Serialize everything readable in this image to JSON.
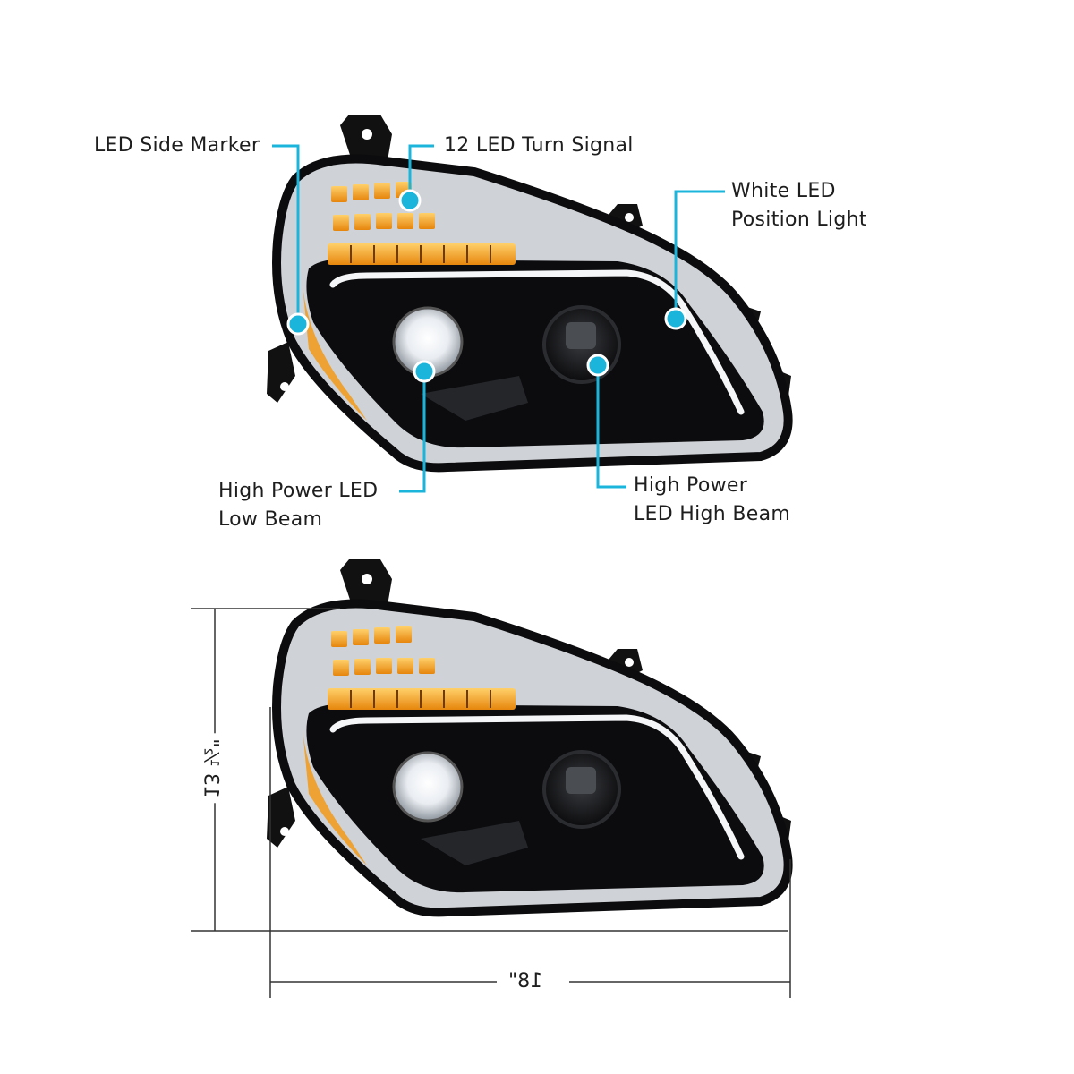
{
  "colors": {
    "callout": "#1bb5dc",
    "housing": "#0c0c0e",
    "chrome": "#c9cbd0",
    "amber": "#f29a16",
    "text": "#1e1e1e",
    "dimension_line": "#333333"
  },
  "callouts": {
    "side_marker": {
      "lines": [
        "LED Side Marker"
      ]
    },
    "turn_signal": {
      "lines": [
        "12 LED Turn Signal"
      ]
    },
    "position_light": {
      "lines": [
        "White LED",
        "Position Light"
      ]
    },
    "low_beam": {
      "lines": [
        "High Power LED",
        "Low Beam"
      ]
    },
    "high_beam": {
      "lines": [
        "High Power",
        "LED High Beam"
      ]
    }
  },
  "dimensions": {
    "height": "13 ½\"",
    "width": "18\""
  }
}
